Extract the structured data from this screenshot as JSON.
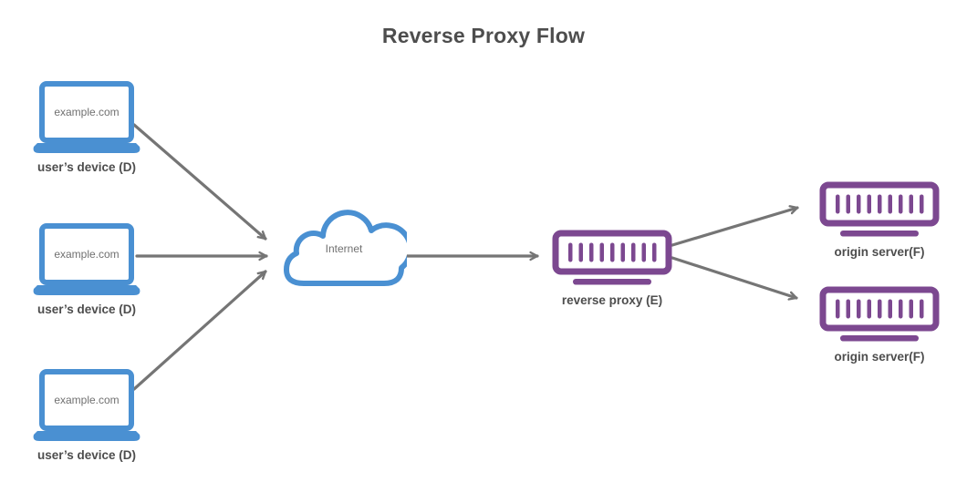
{
  "diagram": {
    "title": "Reverse Proxy Flow",
    "colors": {
      "device_blue": "#4A90D2",
      "server_purple": "#7C4890",
      "arrow_gray": "#757575",
      "text_dark": "#4D4D4D",
      "text_muted": "#707070"
    },
    "nodes": {
      "devices": [
        {
          "screen_label": "example.com",
          "caption": "user’s device (D)"
        },
        {
          "screen_label": "example.com",
          "caption": "user’s device (D)"
        },
        {
          "screen_label": "example.com",
          "caption": "user’s device (D)"
        }
      ],
      "internet": {
        "label": "Internet"
      },
      "proxy": {
        "caption": "reverse proxy (E)"
      },
      "origins": [
        {
          "caption": "origin server(F)"
        },
        {
          "caption": "origin server(F)"
        }
      ]
    },
    "edges": [
      {
        "from": "user-device-1",
        "to": "internet"
      },
      {
        "from": "user-device-2",
        "to": "internet"
      },
      {
        "from": "user-device-3",
        "to": "internet"
      },
      {
        "from": "internet",
        "to": "reverse-proxy"
      },
      {
        "from": "reverse-proxy",
        "to": "origin-server-1"
      },
      {
        "from": "reverse-proxy",
        "to": "origin-server-2"
      }
    ]
  }
}
